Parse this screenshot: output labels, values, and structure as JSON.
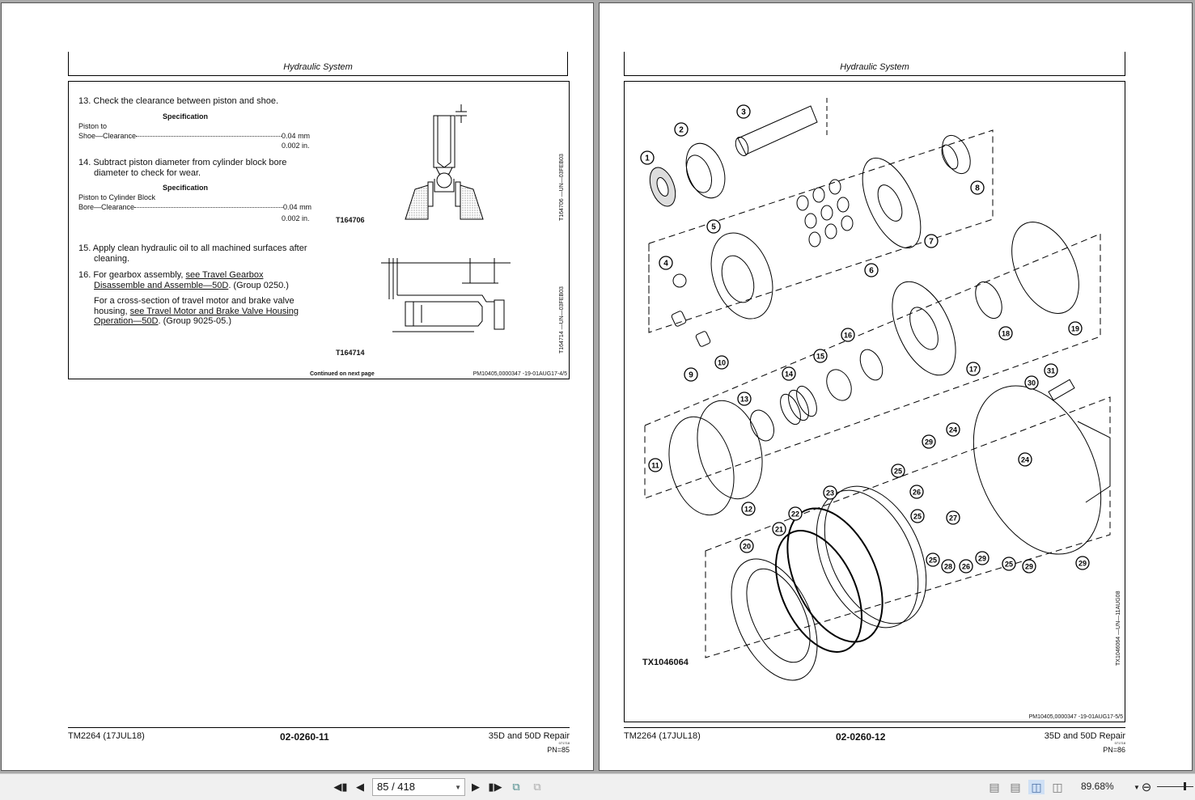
{
  "left_page": {
    "header": "Hydraulic System",
    "steps": {
      "s13": "13. Check the clearance between piston and shoe.",
      "spec_heading": "Specification",
      "spec1_label_a": "Piston  to",
      "spec1_label_b": "Shoe—Clearance",
      "spec1_mm": "0.04 mm",
      "spec1_in": "0.002 in.",
      "s14_a": "14. Subtract piston diameter from cylinder block bore",
      "s14_b": "diameter to check for wear.",
      "spec2_label_a": "Piston to Cylinder Block",
      "spec2_label_b": "Bore—Clearance",
      "spec2_mm": "0.04 mm",
      "spec2_in": "0.002 in.",
      "s15_a": "15. Apply clean hydraulic oil to all machined surfaces after",
      "s15_b": "cleaning.",
      "s16_a_pre": "16. For gearbox assembly, ",
      "s16_link1_a": "see Travel Gearbox",
      "s16_link1_b": "Disassemble and Assemble—50D",
      "s16_b_post": ". (Group 0250.)",
      "s16_c_pre": "For a cross-section of travel motor and brake valve",
      "s16_d_pre": "housing, ",
      "s16_link2_a": "see Travel Motor and Brake Valve Housing",
      "s16_link2_b": "Operation—50D",
      "s16_d_post": ". (Group 9025-05.)"
    },
    "figures": {
      "fig1_id": "T164706",
      "fig1_vert": "T164706 —UN—03FEB03",
      "fig2_id": "T164714",
      "fig2_vert": "T164714 —UN—03FEB03"
    },
    "continued": "Continued on next page",
    "doc_ref": "PM10405,0000347 -19-01AUG17-4/5",
    "footer": {
      "manual": "TM2264 (17JUL18)",
      "page_code": "02-0260-11",
      "title": "35D and 50D Repair",
      "tiny": "071718",
      "pn": "PN=85"
    }
  },
  "right_page": {
    "header": "Hydraulic System",
    "figure_id": "TX1046064",
    "figure_vert": "TX1046064 —UN—11AUG08",
    "callouts": [
      "1",
      "2",
      "3",
      "4",
      "5",
      "6",
      "7",
      "8",
      "9",
      "10",
      "11",
      "12",
      "13",
      "14",
      "15",
      "16",
      "17",
      "18",
      "19",
      "20",
      "21",
      "22",
      "23",
      "24",
      "24",
      "25",
      "25",
      "25",
      "25",
      "26",
      "26",
      "27",
      "28",
      "29",
      "29",
      "29",
      "29",
      "30",
      "31"
    ],
    "doc_ref": "PM10405,0000347 -19-01AUG17-5/5",
    "footer": {
      "manual": "TM2264 (17JUL18)",
      "page_code": "02-0260-12",
      "title": "35D and 50D Repair",
      "tiny": "071718",
      "pn": "PN=86"
    }
  },
  "toolbar": {
    "first_page_icon": "first-page-icon",
    "prev_page_icon": "previous-page-icon",
    "page_value": "85 / 418",
    "next_page_icon": "next-page-icon",
    "last_page_icon": "last-page-icon",
    "zoom_value": "89.68%"
  }
}
